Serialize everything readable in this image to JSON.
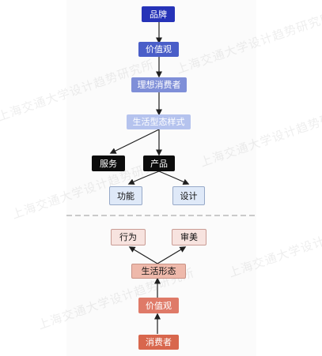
{
  "colors": {
    "blue_dark": "#2633b8",
    "blue_mid": "#4a5ec8",
    "blue_soft": "#7f8fd8",
    "blue_pale": "#b5c3ee",
    "black": "#0c0c0c",
    "light_blue_fill": "#dfe9f8",
    "light_blue_border": "#97a9c8",
    "pink_fill": "#f7e3df",
    "pink_border": "#c99c94",
    "salmon_fill": "#eeb9ab",
    "salmon_border": "#c99285",
    "red_mid": "#df7a68",
    "red_strong": "#d8674d"
  },
  "top_chain": {
    "brand": "品牌",
    "value": "价值观",
    "ideal_consumer": "理想消费者",
    "lifestyle_pattern": "生活型态样式"
  },
  "branch_level1": {
    "service": "服务",
    "product": "产品"
  },
  "branch_level2": {
    "function": "功能",
    "design": "设计"
  },
  "bottom_branch": {
    "behavior": "行为",
    "aesthetics": "审美"
  },
  "bottom_chain": {
    "life_form": "生活形态",
    "value": "价值观",
    "consumer": "消费者"
  },
  "watermark_text": "上海交通大学设计趋势研究所"
}
